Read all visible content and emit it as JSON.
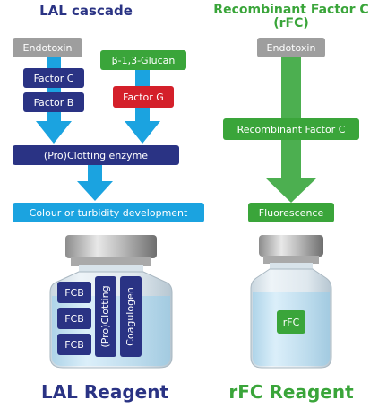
{
  "left": {
    "title": "LAL cascade",
    "endotoxin": "Endotoxin",
    "factor_c": "Factor C",
    "factor_b": "Factor B",
    "glucan": "β-1,3-Glucan",
    "factor_g": "Factor G",
    "clotting_enzyme": "(Pro)Clotting enzyme",
    "colour_development": "Colour or turbidity development",
    "vial_labels": {
      "fcb": "FCB",
      "proclotting": "(Pro)Clotting",
      "coagulogen": "Coagulogen"
    },
    "reagent": "LAL Reagent"
  },
  "right": {
    "title_line1": "Recombinant Factor C",
    "title_line2": "(rFC)",
    "endotoxin": "Endotoxin",
    "recombinant_factor_c": "Recombinant Factor C",
    "fluorescence": "Fluorescence",
    "vial_label": "rFC",
    "reagent": "rFC Reagent"
  },
  "colors": {
    "navy": "#2a3384",
    "green": "#3aa53a",
    "blue_arrow": "#1ba3e0",
    "gray_box": "#9e9e9e",
    "red": "#d4202a",
    "bright_green": "#4caf50"
  }
}
